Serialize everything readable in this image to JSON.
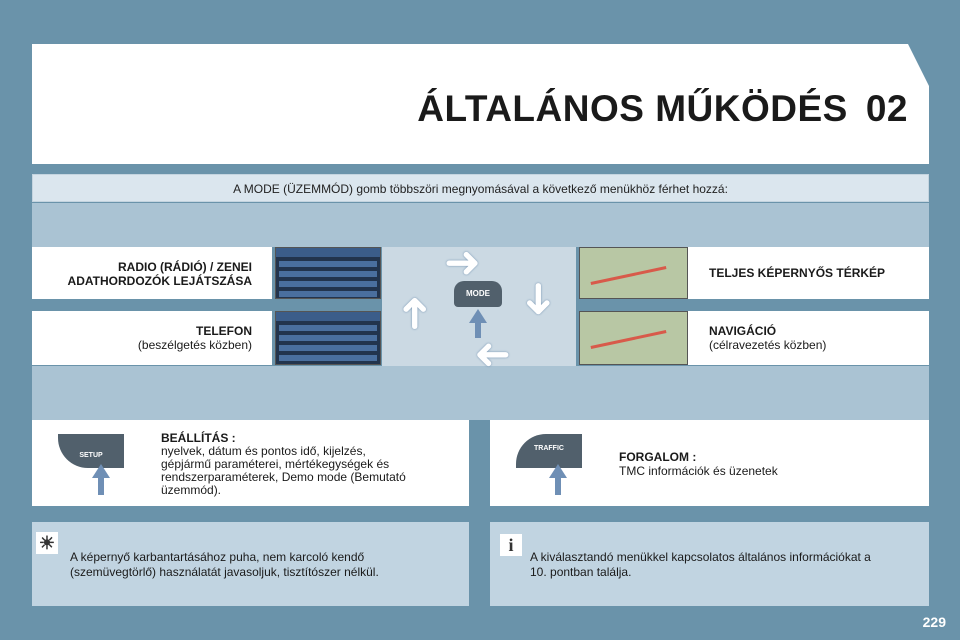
{
  "header": {
    "title": "ÁLTALÁNOS MŰKÖDÉS",
    "chapter": "02"
  },
  "intro": "A MODE (ÜZEMMÓD) gomb többszöri megnyomásával a következő menükhöz férhet hozzá:",
  "modes": {
    "radio": {
      "line1": "RADIO (RÁDIÓ) / ZENEI",
      "line2": "ADATHORDOZÓK LEJÁTSZÁSA"
    },
    "telefon": {
      "title": "TELEFON",
      "sub": "(beszélgetés közben)"
    },
    "map": {
      "title": "TELJES KÉPERNYŐS TÉRKÉP"
    },
    "nav": {
      "title": "NAVIGÁCIÓ",
      "sub": "(célravezetés közben)"
    },
    "mode_button": "MODE"
  },
  "setup": {
    "button": "SETUP",
    "title": "BEÁLLÍTÁS :",
    "lines": [
      "nyelvek, dátum és pontos idő, kijelzés,",
      "gépjármű paraméterei, mértékegységek és",
      "rendszerparaméterek, Demo mode  (Bemutató",
      "üzemmód)."
    ]
  },
  "traffic": {
    "button": "TRAFFIC",
    "title": "FORGALOM :",
    "line": "TMC információk és üzenetek"
  },
  "notes": {
    "left": [
      "A képernyő karbantartásához puha, nem karcoló kendő",
      "(szemüvegtörlő) használatát javasoljuk, tisztítószer nélkül."
    ],
    "right": [
      "A kiválasztandó menükkel kapcsolatos általános információkat a",
      "10. pontban találja."
    ]
  },
  "icons": {
    "left_note": "sun-brightness-icon",
    "right_note": "info-icon"
  },
  "page_number": "229"
}
